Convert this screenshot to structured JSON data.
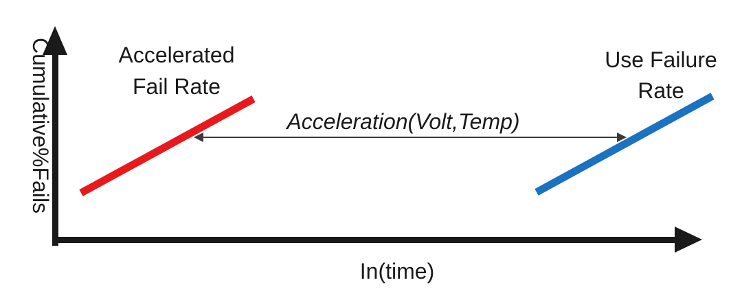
{
  "axes": {
    "y_label": "Cumulative%Fails",
    "x_label": "In(time)"
  },
  "labels": {
    "accelerated_line1": "Accelerated",
    "accelerated_line2": "Fail Rate",
    "use_line1": "Use Failure",
    "use_line2": "Rate",
    "acceleration": "Acceleration(Volt,Temp)"
  },
  "colors": {
    "axis": "#1a1a1a",
    "accelerated_line": "#e8191c",
    "use_line": "#1a72c0",
    "arrow": "#3a3a3a"
  }
}
